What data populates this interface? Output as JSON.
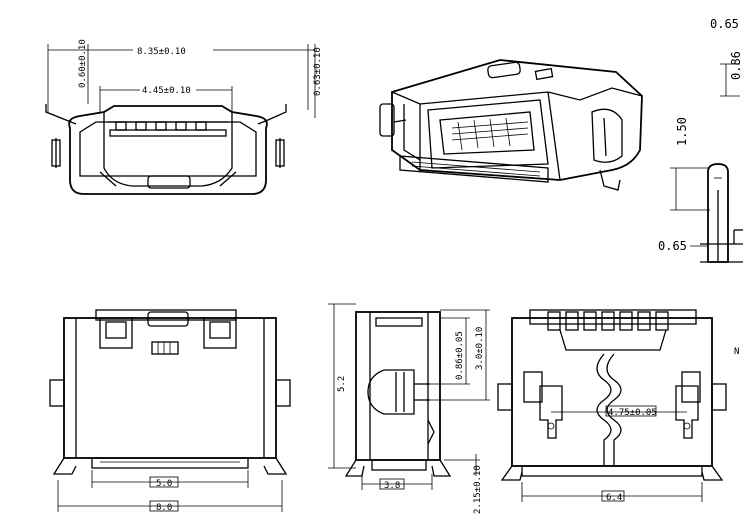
{
  "dims": {
    "top_front": {
      "overall_width": "8.35±0.10",
      "inner_width": "4.45±0.10",
      "left_height": "0.60±0.10",
      "right_height": "0.63±0.10"
    },
    "bottom_front": {
      "inner_width": "5.0",
      "overall_width": "8.0"
    },
    "side": {
      "height": "5.2",
      "depth": "3.8",
      "pin_offset": "0.86±0.05",
      "pin_length": "3.0±0.10",
      "base_height": "2.15±0.10"
    },
    "bottom_view": {
      "hole_spacing": "4.75±0.05",
      "overall_width": "6.4"
    },
    "right_detail": {
      "top": "0.65",
      "offset": "0.86",
      "height": "1.50",
      "bottom": "0.65"
    },
    "edge_note": "N"
  }
}
